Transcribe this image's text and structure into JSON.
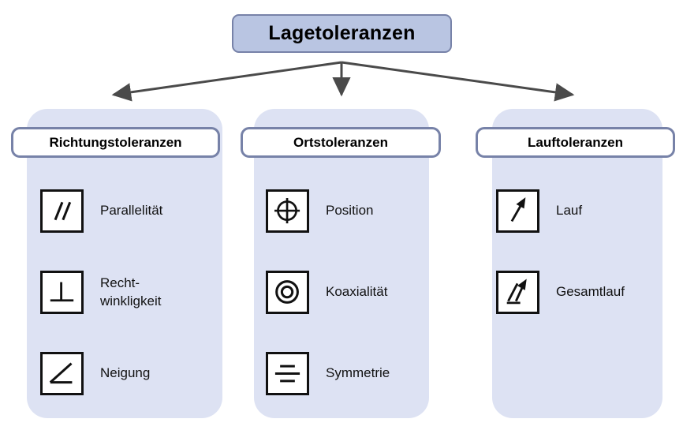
{
  "title": {
    "text": "Lagetoleranzen"
  },
  "colors": {
    "title_fill": "#b9c5e2",
    "title_border": "#7782a8",
    "panel_fill": "#dde2f3",
    "header_fill": "#ffffff",
    "header_border": "#7782a8",
    "symbol_border": "#111111",
    "arrow": "#4a4a4a",
    "text": "#000000"
  },
  "connectors": [
    {
      "name": "arrow-to-richtungstoleranzen",
      "direction": "left"
    },
    {
      "name": "arrow-to-ortstoleranzen",
      "direction": "down"
    },
    {
      "name": "arrow-to-lauftoleranzen",
      "direction": "right"
    }
  ],
  "columns": [
    {
      "id": "richtungstoleranzen",
      "header": "Richtungstoleranzen",
      "items": [
        {
          "icon": "parallelism-icon",
          "label": "Parallelität"
        },
        {
          "icon": "perpendicularity-icon",
          "label": "Recht-\nwinkligkeit"
        },
        {
          "icon": "angularity-icon",
          "label": "Neigung"
        }
      ]
    },
    {
      "id": "ortstoleranzen",
      "header": "Ortstoleranzen",
      "items": [
        {
          "icon": "position-icon",
          "label": "Position"
        },
        {
          "icon": "concentricity-icon",
          "label": "Koaxialität"
        },
        {
          "icon": "symmetry-icon",
          "label": "Symmetrie"
        }
      ]
    },
    {
      "id": "lauftoleranzen",
      "header": "Lauftoleranzen",
      "items": [
        {
          "icon": "circular-runout-icon",
          "label": "Lauf"
        },
        {
          "icon": "total-runout-icon",
          "label": "Gesamtlauf"
        }
      ]
    }
  ]
}
